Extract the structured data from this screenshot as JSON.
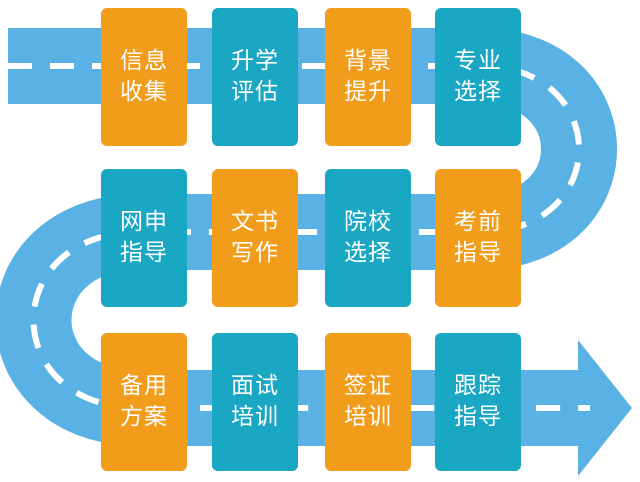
{
  "colors": {
    "orange": "#f29c1c",
    "teal": "#19a7c4",
    "road": "#5ab2e4",
    "lane": "#ffffff"
  },
  "rows": [
    {
      "steps": [
        {
          "line1": "信息",
          "line2": "收集",
          "color": "orange"
        },
        {
          "line1": "升学",
          "line2": "评估",
          "color": "teal"
        },
        {
          "line1": "背景",
          "line2": "提升",
          "color": "orange"
        },
        {
          "line1": "专业",
          "line2": "选择",
          "color": "teal"
        }
      ]
    },
    {
      "steps": [
        {
          "line1": "网申",
          "line2": "指导",
          "color": "teal"
        },
        {
          "line1": "文书",
          "line2": "写作",
          "color": "orange"
        },
        {
          "line1": "院校",
          "line2": "选择",
          "color": "teal"
        },
        {
          "line1": "考前",
          "line2": "指导",
          "color": "orange"
        }
      ]
    },
    {
      "steps": [
        {
          "line1": "备用",
          "line2": "方案",
          "color": "orange"
        },
        {
          "line1": "面试",
          "line2": "培训",
          "color": "teal"
        },
        {
          "line1": "签证",
          "line2": "培训",
          "color": "orange"
        },
        {
          "line1": "跟踪",
          "line2": "指导",
          "color": "teal"
        }
      ]
    }
  ]
}
